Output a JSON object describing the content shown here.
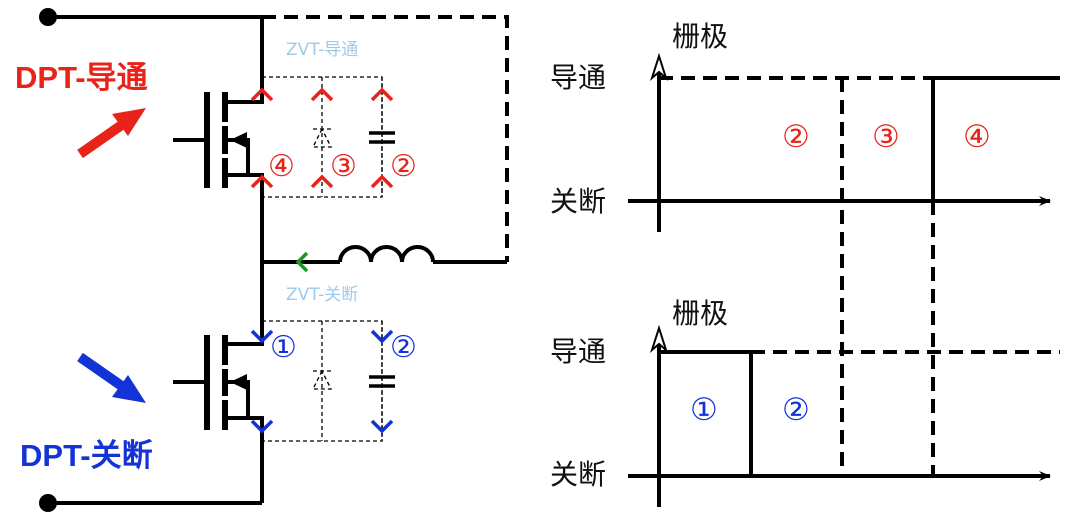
{
  "circuit": {
    "top_mosfet": {
      "label": "DPT-导通",
      "color": "#e8231a",
      "zvt_label": "ZVT-导通",
      "region_markers": [
        "④",
        "③",
        "②"
      ]
    },
    "bottom_mosfet": {
      "label": "DPT-关断",
      "color": "#1433d6",
      "zvt_label": "ZVT-关断",
      "region_markers": [
        "①",
        "②"
      ]
    }
  },
  "timing_charts": [
    {
      "axis_label": "栅极",
      "on_label": "导通",
      "off_label": "关断",
      "phase_markers": [
        "②",
        "③",
        "④"
      ],
      "marker_color": "#e8231a"
    },
    {
      "axis_label": "栅极",
      "on_label": "导通",
      "off_label": "关断",
      "phase_markers": [
        "①",
        "②"
      ],
      "marker_color": "#1433d6"
    }
  ],
  "colors": {
    "wire": "#000000",
    "zvt_label": "#9ccbe8",
    "inductor_arrow": "#1a9a1a"
  }
}
